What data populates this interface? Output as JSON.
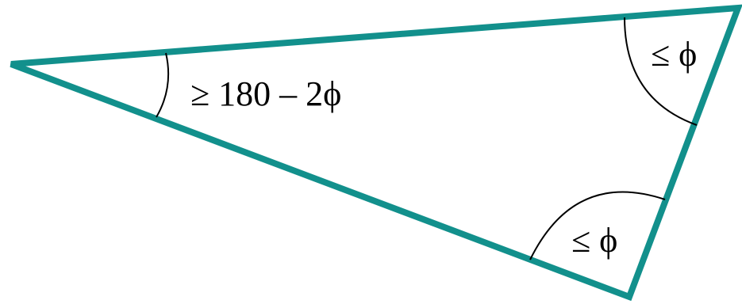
{
  "colors": {
    "triangle_stroke": "#12908c",
    "arc_stroke": "#000000",
    "background": "#ffffff"
  },
  "labels": {
    "left_angle": "≥ 180 – 2ϕ",
    "top_right_angle": "≤ ϕ",
    "bottom_angle": "≤ ϕ"
  }
}
